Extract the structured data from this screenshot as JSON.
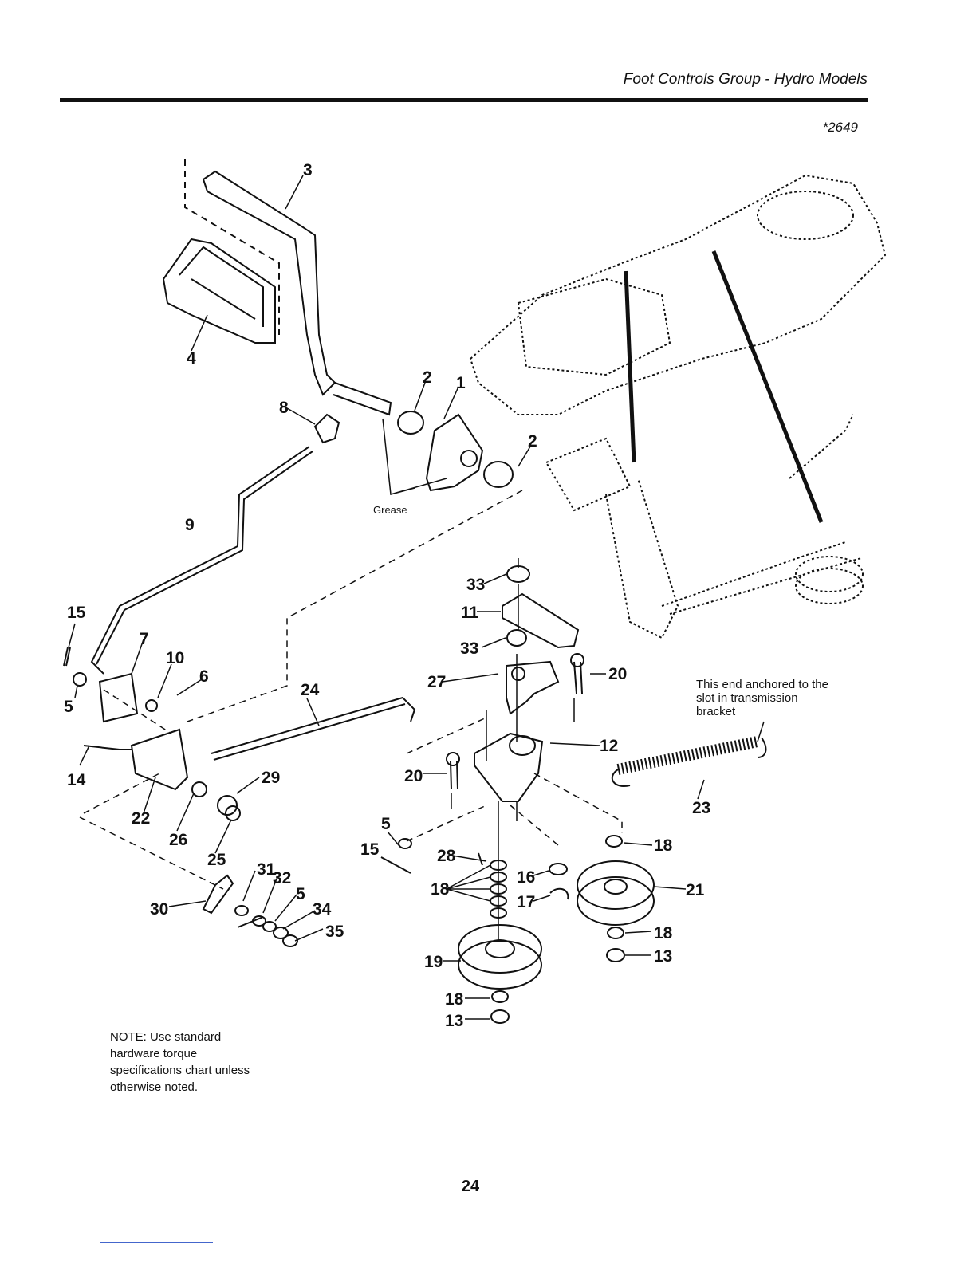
{
  "header": {
    "title": "Foot Controls Group - Hydro Models",
    "diagram_id": "*2649"
  },
  "annotations": {
    "grease": "Grease",
    "anchor_note": "This end anchored to the slot in transmission bracket",
    "note": "NOTE: Use standard hardware torque specifications chart unless otherwise noted."
  },
  "callouts": [
    "3",
    "4",
    "2",
    "1",
    "2",
    "8",
    "9",
    "15",
    "7",
    "10",
    "6",
    "5",
    "14",
    "22",
    "26",
    "25",
    "29",
    "24",
    "31",
    "32",
    "5",
    "34",
    "35",
    "30",
    "33",
    "11",
    "33",
    "27",
    "20",
    "12",
    "20",
    "5",
    "15",
    "28",
    "18",
    "16",
    "17",
    "18",
    "21",
    "18",
    "13",
    "19",
    "18",
    "13",
    "23"
  ],
  "page_number": "24"
}
